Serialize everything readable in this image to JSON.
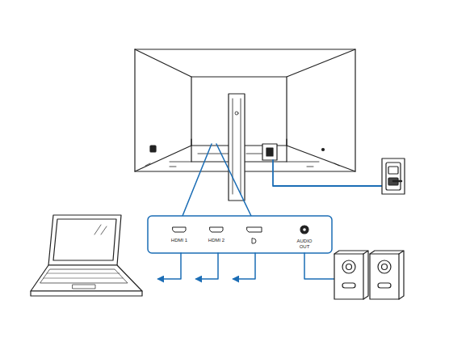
{
  "diagram": {
    "labels": [
      "HDMI 1",
      "HDMI 2",
      "AUDIO OUT"
    ]
  }
}
